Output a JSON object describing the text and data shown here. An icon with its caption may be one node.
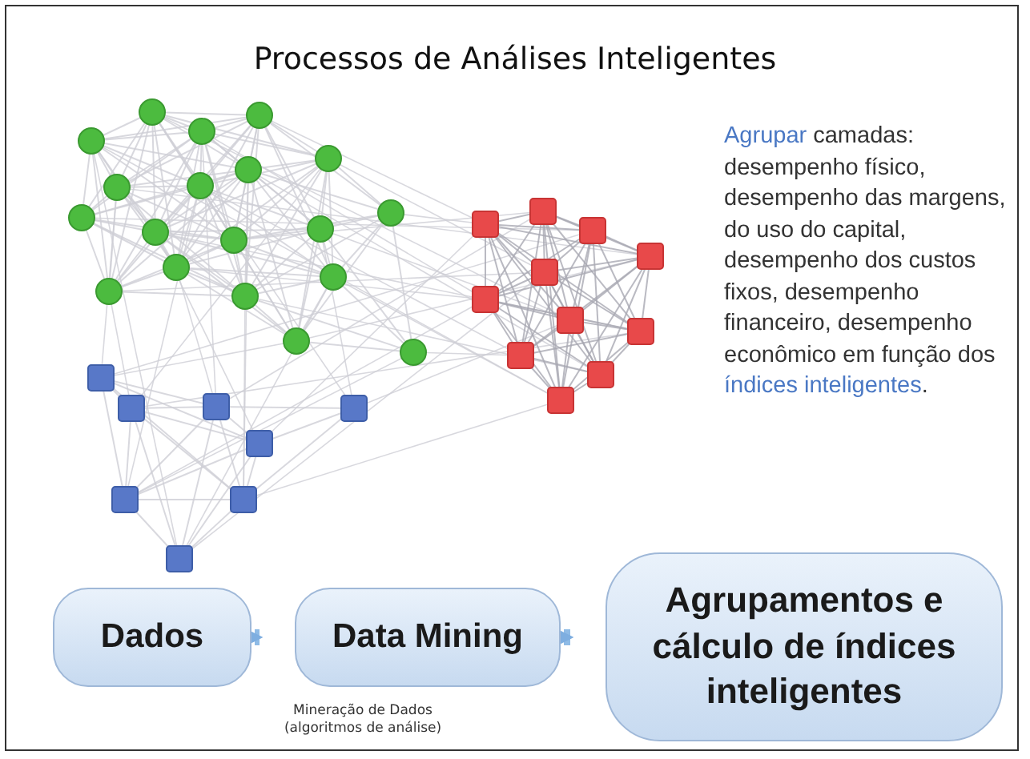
{
  "diagram": {
    "title": "Processos de Análises Inteligentes",
    "nodes": [
      {
        "text": [
          "Dados"
        ]
      },
      {
        "text": [
          "Data Mining"
        ],
        "beside": [
          "Mineração de Dados (algoritmos de análise)"
        ]
      },
      {
        "text": [
          "Agrupamentos e cálculo de índices inteligentes"
        ]
      }
    ],
    "edges": [
      {
        "from": 0,
        "to": 1,
        "arrow": "to"
      },
      {
        "from": 1,
        "to": 2,
        "arrow": "to"
      }
    ],
    "labels": [
      "**Agrupar** camadas: desempenho físico, desempenho das margens, do uso do capital, desempenho dos custos fixos, desempenho financeiro, desempenho econômico em função dos **índices inteligentes**."
    ]
  }
}
